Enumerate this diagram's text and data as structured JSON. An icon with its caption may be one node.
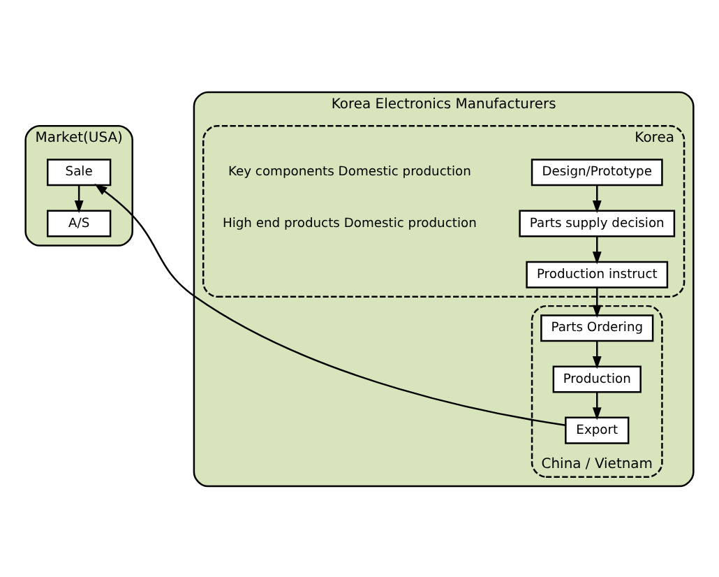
{
  "diagram": {
    "nodes": [
      {
        "text": [
          "Market(USA)"
        ]
      },
      {
        "text": [
          "Sale"
        ],
        "in": 0
      },
      {
        "text": [
          "A/S"
        ],
        "in": 0
      },
      {
        "text": [
          "Korea Electronics Manufacturers"
        ]
      },
      {
        "text": [
          "Korea"
        ],
        "in": 3
      },
      {
        "text": [
          "Design/Prototype"
        ],
        "in": 4
      },
      {
        "text": [
          "Parts supply decision"
        ],
        "in": 4
      },
      {
        "text": [
          "Production instruct"
        ],
        "in": 4
      },
      {
        "text": [
          "China / Vietnam"
        ],
        "in": 3
      },
      {
        "text": [
          "Parts Ordering"
        ],
        "in": 8
      },
      {
        "text": [
          "Production"
        ],
        "in": 8
      },
      {
        "text": [
          "Export"
        ],
        "in": 8
      }
    ],
    "edges": [
      {
        "from": 1,
        "to": 2,
        "arrow": "to"
      },
      {
        "from": 5,
        "to": 6,
        "arrow": "to"
      },
      {
        "from": 6,
        "to": 7,
        "arrow": "to"
      },
      {
        "from": 7,
        "to": 9,
        "arrow": "to"
      },
      {
        "from": 9,
        "to": 10,
        "arrow": "to"
      },
      {
        "from": 10,
        "to": 11,
        "arrow": "to"
      },
      {
        "from": 11,
        "to": 1,
        "arrow": "to"
      }
    ],
    "labels": [
      "Key components Domestic production",
      "High end products Domestic production"
    ]
  }
}
